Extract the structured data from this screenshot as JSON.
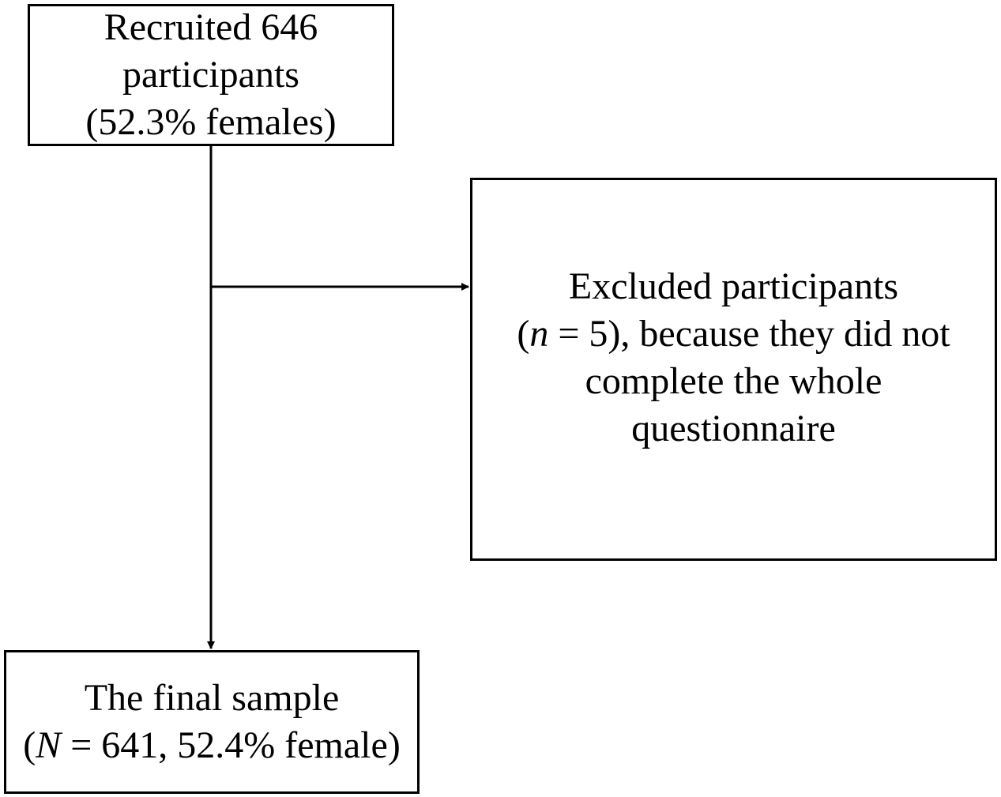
{
  "nodes": {
    "recruited": {
      "lines": [
        "Recruited 646",
        "participants",
        "(52.3% females)"
      ]
    },
    "excluded": {
      "line1": "Excluded participants",
      "line2_open": "(",
      "line2_var": "n",
      "line2_rest": " = 5), because they did not",
      "line3": "complete the whole",
      "line4": "questionnaire"
    },
    "final": {
      "line1": "The final sample",
      "line2_open": "(",
      "line2_var": "N",
      "line2_rest": " = 641, 52.4% female)"
    }
  },
  "colors": {
    "stroke": "#000000",
    "background": "#ffffff"
  }
}
